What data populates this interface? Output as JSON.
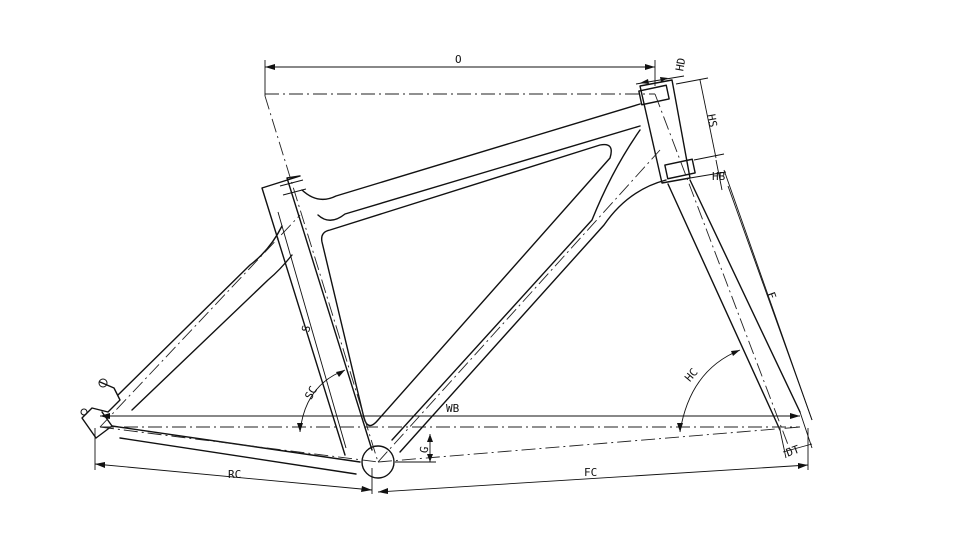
{
  "diagram": {
    "labels": {
      "O": "O",
      "HD": "HD",
      "HS": "HS",
      "HB": "HB",
      "F": "F",
      "S": "S",
      "SC": "SC",
      "HC": "HC",
      "WB": "WB",
      "G": "G",
      "RC": "RC",
      "FC": "FC",
      "DT": "DT"
    }
  }
}
